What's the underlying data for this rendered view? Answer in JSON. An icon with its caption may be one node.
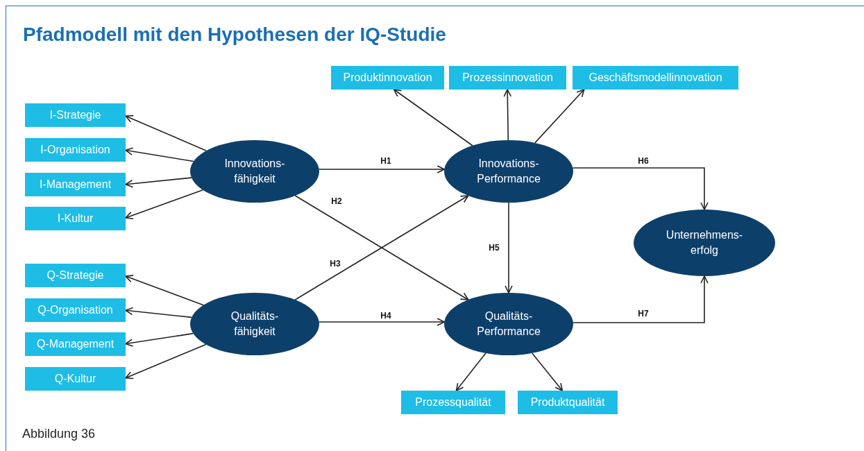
{
  "diagram": {
    "title": "Pfadmodell mit den Hypothesen der IQ-Studie",
    "caption": "Abbildung 36",
    "nodes": [
      {
        "text": [
          "Innovations- fähigkeit"
        ]
      },
      {
        "text": [
          "Qualitäts- fähigkeit"
        ]
      },
      {
        "text": [
          "Innovations- Performance"
        ]
      },
      {
        "text": [
          "Qualitäts- Performance"
        ]
      },
      {
        "text": [
          "Unternehmens- erfolg"
        ]
      },
      {
        "text": [
          "I-Strategie"
        ]
      },
      {
        "text": [
          "I-Organisation"
        ]
      },
      {
        "text": [
          "I-Management"
        ]
      },
      {
        "text": [
          "I-Kultur"
        ]
      },
      {
        "text": [
          "Q-Strategie"
        ]
      },
      {
        "text": [
          "Q-Organisation"
        ]
      },
      {
        "text": [
          "Q-Management"
        ]
      },
      {
        "text": [
          "Q-Kultur"
        ]
      },
      {
        "text": [
          "Produktinnovation"
        ]
      },
      {
        "text": [
          "Prozessinnovation"
        ]
      },
      {
        "text": [
          "Geschäftsmodellinnovation"
        ]
      },
      {
        "text": [
          "Prozessqualität"
        ]
      },
      {
        "text": [
          "Produktqualität"
        ]
      }
    ],
    "edges": [
      {
        "from": 0,
        "to": 5,
        "arrow": "to"
      },
      {
        "from": 0,
        "to": 6,
        "arrow": "to"
      },
      {
        "from": 0,
        "to": 7,
        "arrow": "to"
      },
      {
        "from": 0,
        "to": 8,
        "arrow": "to"
      },
      {
        "from": 1,
        "to": 9,
        "arrow": "to"
      },
      {
        "from": 1,
        "to": 10,
        "arrow": "to"
      },
      {
        "from": 1,
        "to": 11,
        "arrow": "to"
      },
      {
        "from": 1,
        "to": 12,
        "arrow": "to"
      },
      {
        "from": 0,
        "to": 2,
        "arrow": "to",
        "label": "H1"
      },
      {
        "from": 0,
        "to": 3,
        "arrow": "to",
        "label": "H2"
      },
      {
        "from": 1,
        "to": 2,
        "arrow": "to",
        "label": "H3"
      },
      {
        "from": 1,
        "to": 3,
        "arrow": "to",
        "label": "H4"
      },
      {
        "from": 2,
        "to": 3,
        "arrow": "to",
        "label": "H5"
      },
      {
        "from": 2,
        "to": 4,
        "arrow": "to",
        "label": "H6"
      },
      {
        "from": 3,
        "to": 4,
        "arrow": "to",
        "label": "H7"
      },
      {
        "from": 2,
        "to": 13,
        "arrow": "to"
      },
      {
        "from": 2,
        "to": 14,
        "arrow": "to"
      },
      {
        "from": 2,
        "to": 15,
        "arrow": "to"
      },
      {
        "from": 3,
        "to": 16,
        "arrow": "to"
      },
      {
        "from": 3,
        "to": 17,
        "arrow": "to"
      }
    ]
  }
}
